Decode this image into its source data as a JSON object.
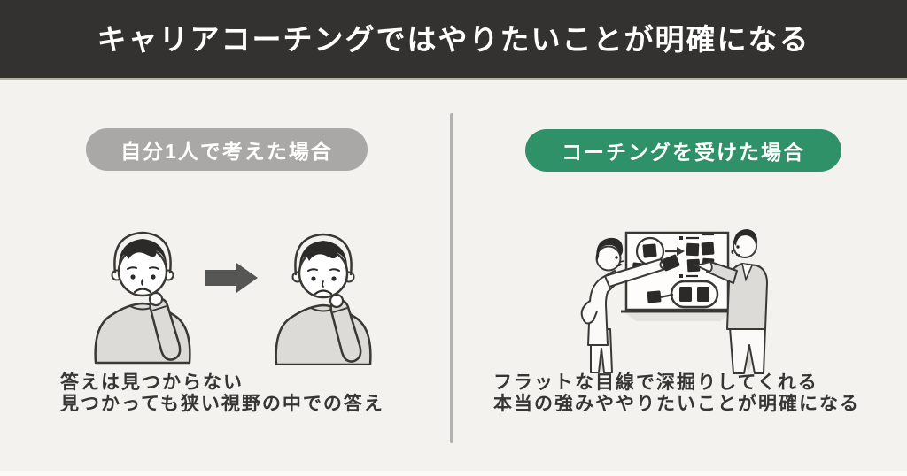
{
  "page": {
    "background": "#f4f2ee",
    "bottom_strip_color": "#fbfaf7"
  },
  "header": {
    "title": "キャリアコーチングではやりたいことが明確になる",
    "background": "#333231",
    "text_color": "#ffffff"
  },
  "divider": {
    "color": "#b1b1af"
  },
  "left_panel": {
    "badge": {
      "label": "自分1人で考えた場合",
      "background": "#a9a8a6",
      "text_color": "#ffffff"
    },
    "illustration": {
      "name": "worried-person-arrow-worried-person",
      "description": "悩む人 → 矢印 → 同じく悩む人"
    },
    "caption": {
      "line1": "答えは見つからない",
      "line2": "見つかっても狭い視野の中での答え"
    }
  },
  "right_panel": {
    "badge": {
      "label": "コーチングを受けた場合",
      "background": "#2e9168",
      "text_color": "#ffffff"
    },
    "illustration": {
      "name": "two-people-whiteboard-sticky-notes",
      "description": "ホワイトボードで付箋を使って対話する2人"
    },
    "caption": {
      "line1": "フラットな目線で深掘りしてくれる",
      "line2": "本当の強みややりたいことが明確になる"
    }
  }
}
